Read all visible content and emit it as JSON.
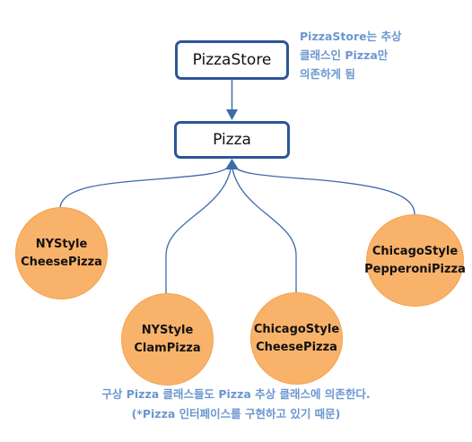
{
  "boxes": {
    "store": "PizzaStore",
    "pizza": "Pizza"
  },
  "pizzas": {
    "ny_cheese": [
      "NYStyle",
      "CheesePizza"
    ],
    "ny_clam": [
      "NYStyle",
      "ClamPizza"
    ],
    "chicago_cheese": [
      "ChicagoStyle",
      "CheesePizza"
    ],
    "chicago_pepperoni": [
      "ChicagoStyle",
      "PepperoniPizza"
    ]
  },
  "notes": {
    "top": [
      "PizzaStore는 추상",
      "클래스인 Pizza만",
      "의존하게 됨"
    ],
    "bottom": [
      "구상 Pizza 클래스들도 Pizza 추상 클래스에 의존한다.",
      "(*Pizza 인터페이스를 구현하고 있기 때문)"
    ]
  },
  "colors": {
    "box_border": "#2E5597",
    "connector": "#3F6AA8",
    "circle_fill": "#F9B26A",
    "note_text": "#6B97CF"
  }
}
